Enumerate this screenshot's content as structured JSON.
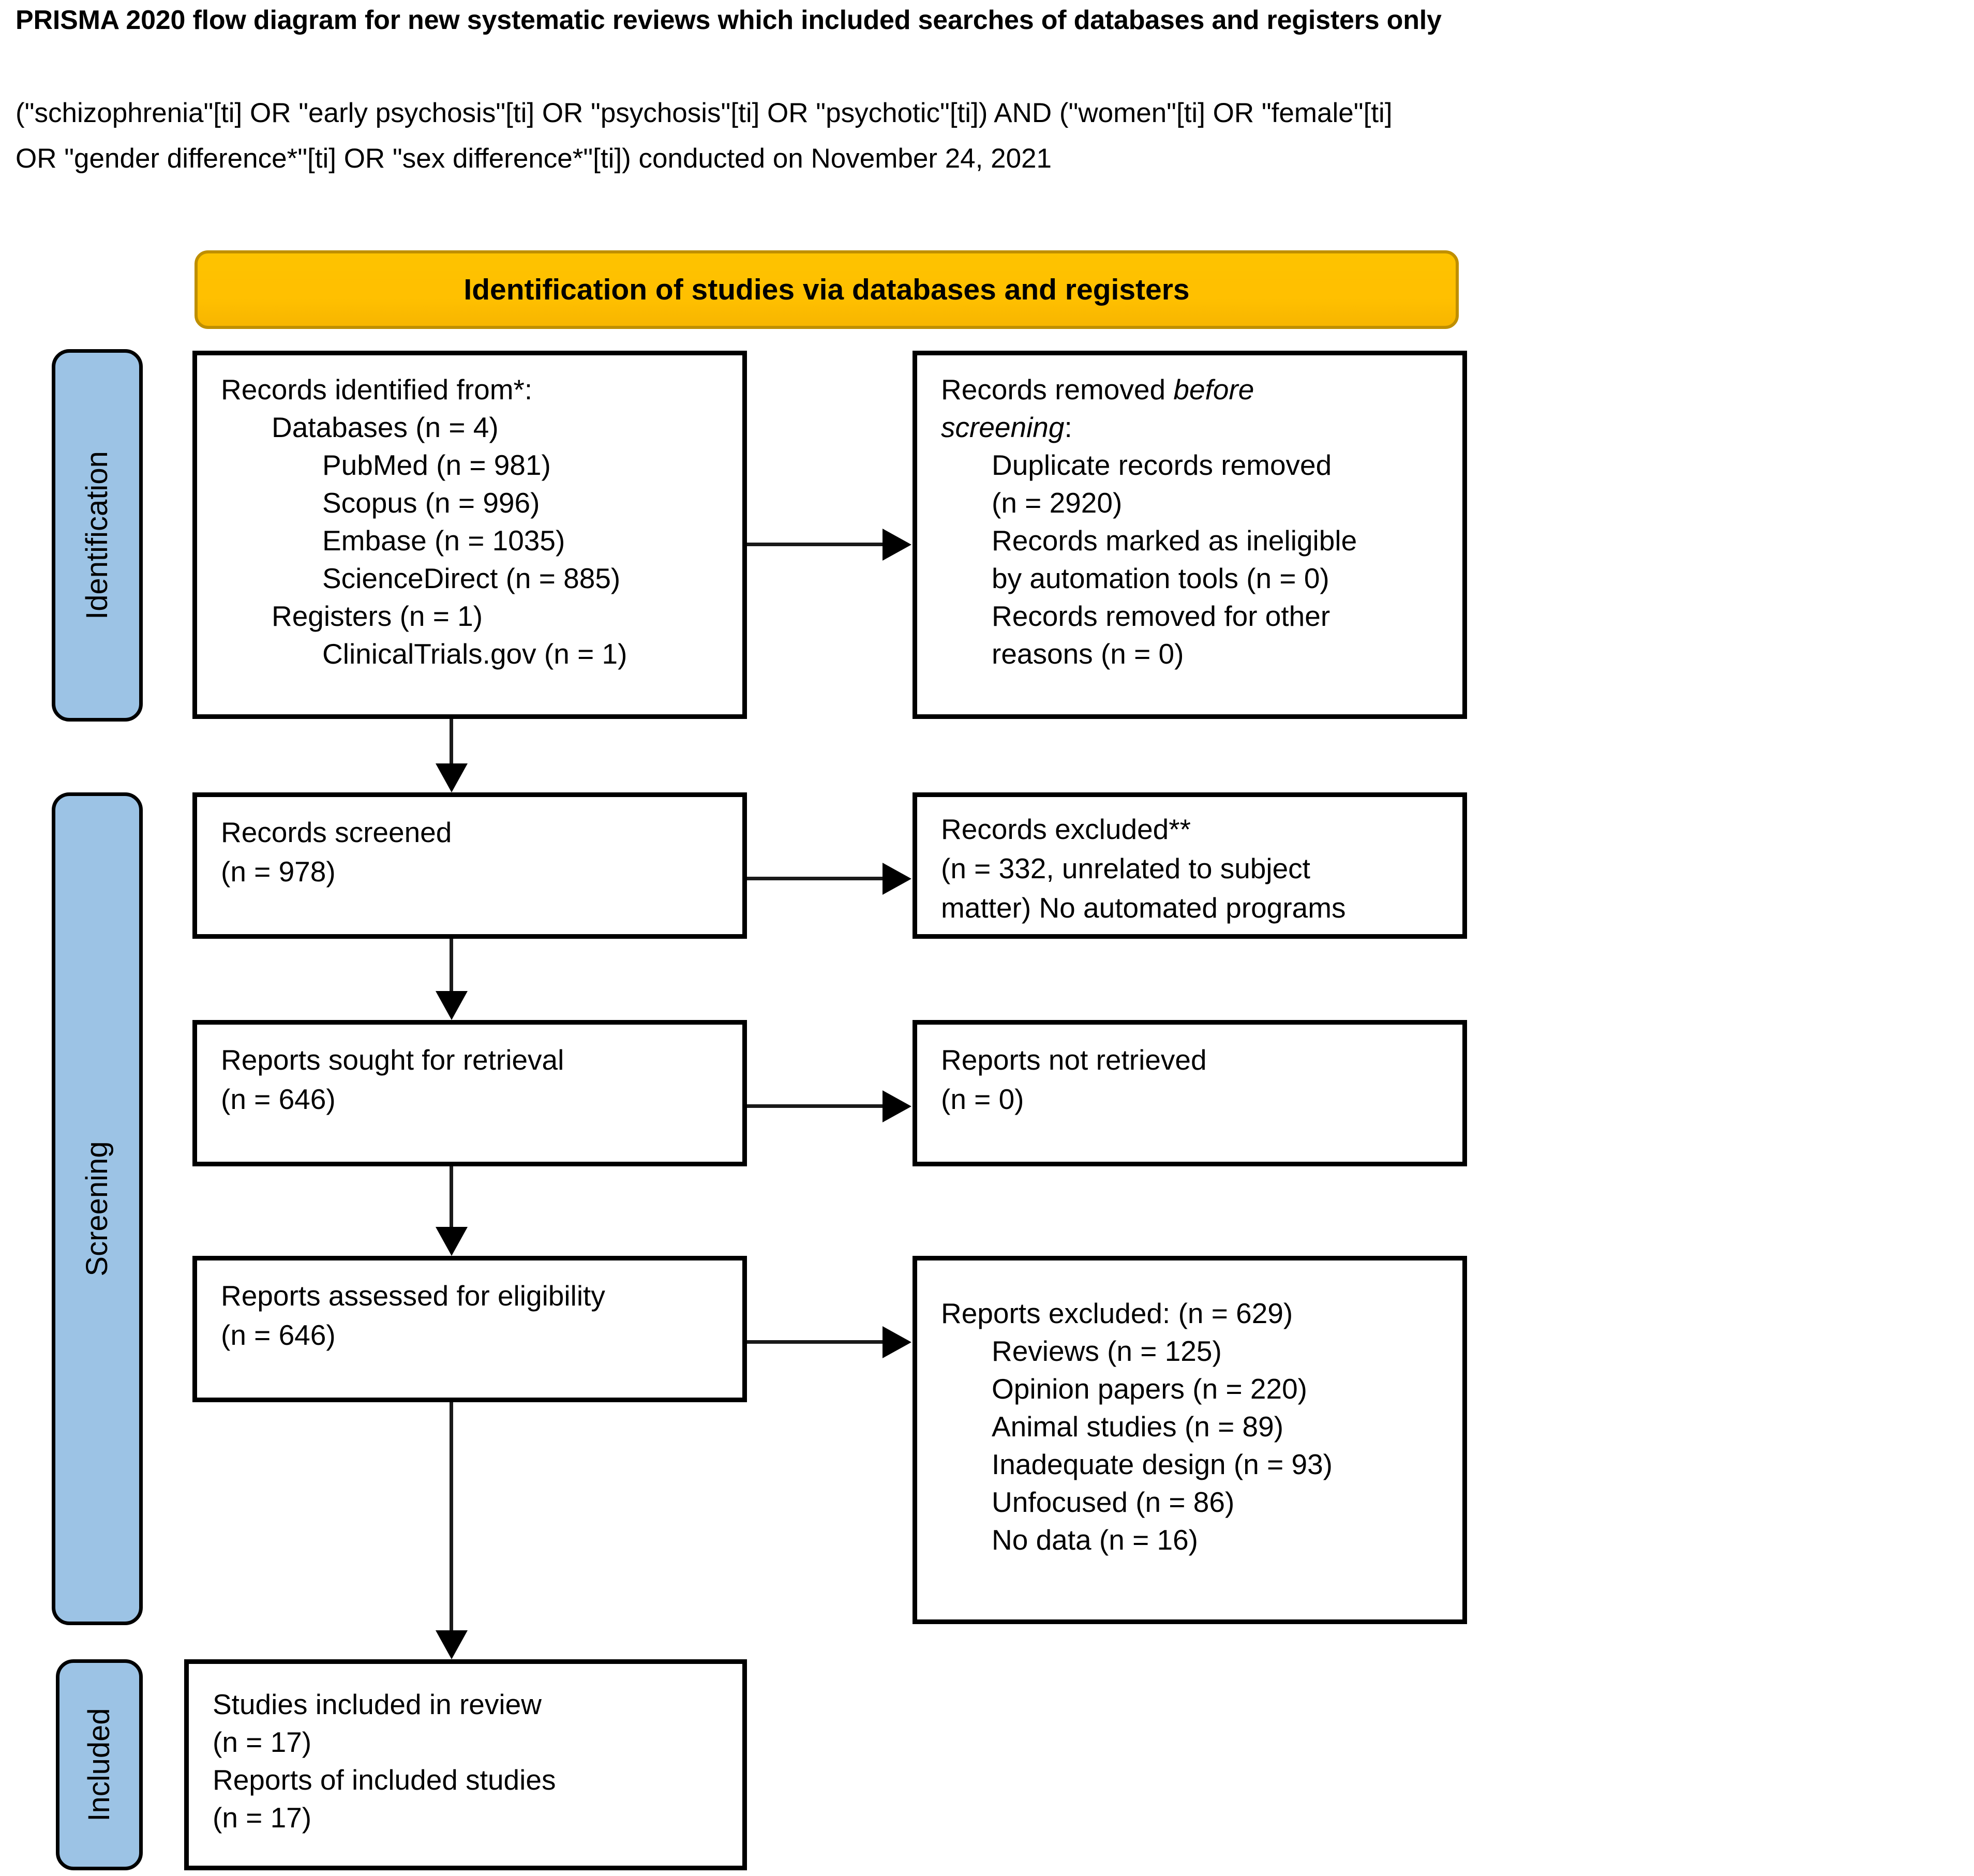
{
  "header": {
    "title": "PRISMA 2020 flow diagram for new systematic reviews which included searches of databases and registers only",
    "query_line_1": "(\"schizophrenia\"[ti] OR \"early psychosis\"[ti] OR \"psychosis\"[ti] OR \"psychotic\"[ti]) AND (\"women\"[ti] OR \"female\"[ti]",
    "query_line_2": "OR \"gender difference*\"[ti] OR \"sex difference*\"[ti]) conducted on November 24, 2021"
  },
  "banner": {
    "label": "Identification of studies via databases and registers",
    "fill_color": "#FFC000",
    "border_color": "#BF8F00"
  },
  "stages": [
    {
      "name": "identification",
      "label": "Identification",
      "fill_color": "#9CC3E5"
    },
    {
      "name": "screening",
      "label": "Screening",
      "fill_color": "#9CC3E5"
    },
    {
      "name": "included",
      "label": "Included",
      "fill_color": "#9CC3E5"
    }
  ],
  "boxes": {
    "identified": {
      "lines": [
        {
          "text": "Records identified from*:",
          "indent": 0
        },
        {
          "text": "Databases (n = 4)",
          "indent": 1
        },
        {
          "text": "PubMed (n = 981)",
          "indent": 2
        },
        {
          "text": "Scopus (n = 996)",
          "indent": 2
        },
        {
          "text": "Embase (n = 1035)",
          "indent": 2
        },
        {
          "text": "ScienceDirect (n = 885)",
          "indent": 2
        },
        {
          "text": "Registers (n = 1)",
          "indent": 1
        },
        {
          "text": "ClinicalTrials.gov (n = 1)",
          "indent": 2
        }
      ]
    },
    "removed": {
      "lines": [
        {
          "text": "Records removed ",
          "indent": 0,
          "italic_tail": "before"
        },
        {
          "text": "screening",
          "indent": 0,
          "italic": true,
          "tail": ":"
        },
        {
          "text": "Duplicate records removed",
          "indent": 1
        },
        {
          "text": "(n = 2920)",
          "indent": 1
        },
        {
          "text": "Records marked as ineligible",
          "indent": 1
        },
        {
          "text": "by automation tools (n = 0)",
          "indent": 1
        },
        {
          "text": "Records removed for other",
          "indent": 1
        },
        {
          "text": "reasons (n = 0)",
          "indent": 1
        }
      ]
    },
    "screened": {
      "lines": [
        {
          "text": "Records screened",
          "indent": 0
        },
        {
          "text": "(n = 978)",
          "indent": 0
        }
      ]
    },
    "excluded": {
      "lines": [
        {
          "text": "Records excluded**",
          "indent": 0
        },
        {
          "text": "(n = 332, unrelated to subject",
          "indent": 0
        },
        {
          "text": "matter) No automated programs",
          "indent": 0
        }
      ]
    },
    "sought": {
      "lines": [
        {
          "text": "Reports sought for retrieval",
          "indent": 0
        },
        {
          "text": "(n = 646)",
          "indent": 0
        }
      ]
    },
    "not_retrieved": {
      "lines": [
        {
          "text": "Reports not retrieved",
          "indent": 0
        },
        {
          "text": "(n = 0)",
          "indent": 0
        }
      ]
    },
    "assessed": {
      "lines": [
        {
          "text": "Reports assessed for eligibility",
          "indent": 0
        },
        {
          "text": "(n = 646)",
          "indent": 0
        }
      ]
    },
    "reports_excluded": {
      "lines": [
        {
          "text": "Reports excluded: (n = 629)",
          "indent": 0
        },
        {
          "text": "Reviews (n = 125)",
          "indent": 1
        },
        {
          "text": "Opinion papers (n = 220)",
          "indent": 1
        },
        {
          "text": "Animal studies (n = 89)",
          "indent": 1
        },
        {
          "text": "Inadequate design (n = 93)",
          "indent": 1
        },
        {
          "text": "Unfocused (n = 86)",
          "indent": 1
        },
        {
          "text": "No data (n = 16)",
          "indent": 1
        }
      ]
    },
    "included": {
      "lines": [
        {
          "text": "Studies included in review",
          "indent": 0
        },
        {
          "text": "(n = 17)",
          "indent": 0
        },
        {
          "text": "Reports of included studies",
          "indent": 0
        },
        {
          "text": "(n = 17)",
          "indent": 0
        }
      ]
    }
  },
  "chart_data": {
    "type": "diagram",
    "title": "PRISMA 2020 flow diagram for new systematic reviews which included searches of databases and registers only",
    "nodes": [
      {
        "id": "identified",
        "stage": "Identification",
        "label": "Records identified from*",
        "values": {
          "Databases": 4,
          "PubMed": 981,
          "Scopus": 996,
          "Embase": 1035,
          "ScienceDirect": 885,
          "Registers": 1,
          "ClinicalTrials.gov": 1
        }
      },
      {
        "id": "removed",
        "stage": "Identification",
        "label": "Records removed before screening",
        "values": {
          "Duplicate records removed": 2920,
          "Records marked as ineligible by automation tools": 0,
          "Records removed for other reasons": 0
        }
      },
      {
        "id": "screened",
        "stage": "Screening",
        "label": "Records screened",
        "n": 978
      },
      {
        "id": "excluded",
        "stage": "Screening",
        "label": "Records excluded**",
        "n": 332,
        "note": "unrelated to subject matter; No automated programs"
      },
      {
        "id": "sought",
        "stage": "Screening",
        "label": "Reports sought for retrieval",
        "n": 646
      },
      {
        "id": "not_retrieved",
        "stage": "Screening",
        "label": "Reports not retrieved",
        "n": 0
      },
      {
        "id": "assessed",
        "stage": "Screening",
        "label": "Reports assessed for eligibility",
        "n": 646
      },
      {
        "id": "reports_excluded",
        "stage": "Screening",
        "label": "Reports excluded",
        "n": 629,
        "values": {
          "Reviews": 125,
          "Opinion papers": 220,
          "Animal studies": 89,
          "Inadequate design": 93,
          "Unfocused": 86,
          "No data": 16
        }
      },
      {
        "id": "included",
        "stage": "Included",
        "label": "Studies included in review",
        "n": 17,
        "values": {
          "Studies included in review": 17,
          "Reports of included studies": 17
        }
      }
    ],
    "edges": [
      {
        "from": "identified",
        "to": "removed",
        "direction": "right"
      },
      {
        "from": "identified",
        "to": "screened",
        "direction": "down"
      },
      {
        "from": "screened",
        "to": "excluded",
        "direction": "right"
      },
      {
        "from": "screened",
        "to": "sought",
        "direction": "down"
      },
      {
        "from": "sought",
        "to": "not_retrieved",
        "direction": "right"
      },
      {
        "from": "sought",
        "to": "assessed",
        "direction": "down"
      },
      {
        "from": "assessed",
        "to": "reports_excluded",
        "direction": "right"
      },
      {
        "from": "assessed",
        "to": "included",
        "direction": "down"
      }
    ]
  }
}
